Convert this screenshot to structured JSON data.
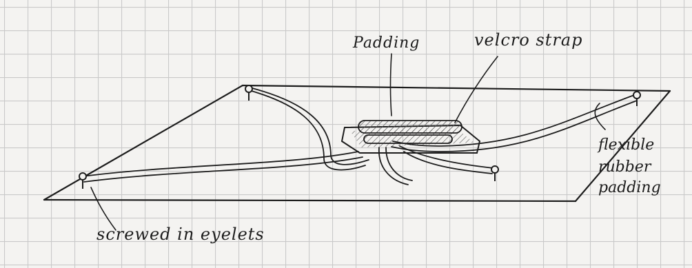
{
  "diagram": {
    "labels": {
      "padding": "Padding",
      "velcro_strap": "velcro strap",
      "flexible_rubber_padding": [
        "flexible",
        "rubber",
        "padding"
      ],
      "screwed_in_eyelets": "screwed in eyelets"
    }
  },
  "colors": {
    "paper": "#f4f3f1",
    "grid": "#c9c9c9",
    "ink": "#1c1c1c",
    "hatch": "#555555"
  }
}
